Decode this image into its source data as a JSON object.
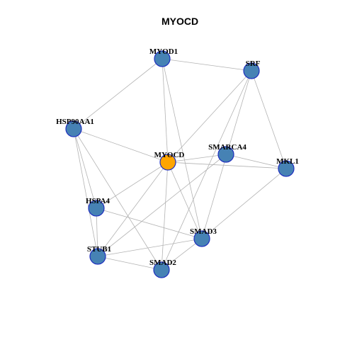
{
  "title": "MYOCD",
  "colors": {
    "center_node": "#FFA500",
    "node": "#4682B4",
    "node_border": "#1f2fbf",
    "edge": "#b3b3b3"
  },
  "nodes": [
    {
      "id": "MYOCD",
      "label": "MYOCD",
      "role": "center"
    },
    {
      "id": "MYOD1",
      "label": "MYOD1"
    },
    {
      "id": "SRF",
      "label": "SRF"
    },
    {
      "id": "HSP90AA1",
      "label": "HSP90AA1"
    },
    {
      "id": "SMARCA4",
      "label": "SMARCA4"
    },
    {
      "id": "MKL1",
      "label": "MKL1"
    },
    {
      "id": "HSPA4",
      "label": "HSPA4"
    },
    {
      "id": "SMAD3",
      "label": "SMAD3"
    },
    {
      "id": "STUB1",
      "label": "STUB1"
    },
    {
      "id": "SMAD2",
      "label": "SMAD2"
    }
  ],
  "edges": [
    [
      "MYOD1",
      "SRF"
    ],
    [
      "MYOD1",
      "HSP90AA1"
    ],
    [
      "MYOD1",
      "MYOCD"
    ],
    [
      "MYOD1",
      "SMAD3"
    ],
    [
      "SRF",
      "MYOCD"
    ],
    [
      "SRF",
      "SMAD3"
    ],
    [
      "SRF",
      "MKL1"
    ],
    [
      "SRF",
      "SMAD2"
    ],
    [
      "HSP90AA1",
      "MYOCD"
    ],
    [
      "HSP90AA1",
      "HSPA4"
    ],
    [
      "HSP90AA1",
      "STUB1"
    ],
    [
      "HSP90AA1",
      "SMAD2"
    ],
    [
      "MYOCD",
      "SMARCA4"
    ],
    [
      "MYOCD",
      "MKL1"
    ],
    [
      "MYOCD",
      "HSPA4"
    ],
    [
      "MYOCD",
      "SMAD3"
    ],
    [
      "MYOCD",
      "SMAD2"
    ],
    [
      "MYOCD",
      "STUB1"
    ],
    [
      "SMARCA4",
      "MKL1"
    ],
    [
      "SMARCA4",
      "STUB1"
    ],
    [
      "MKL1",
      "SMAD3"
    ],
    [
      "HSPA4",
      "STUB1"
    ],
    [
      "HSPA4",
      "SMAD3"
    ],
    [
      "SMAD3",
      "STUB1"
    ],
    [
      "SMAD3",
      "SMAD2"
    ],
    [
      "STUB1",
      "SMAD2"
    ]
  ]
}
